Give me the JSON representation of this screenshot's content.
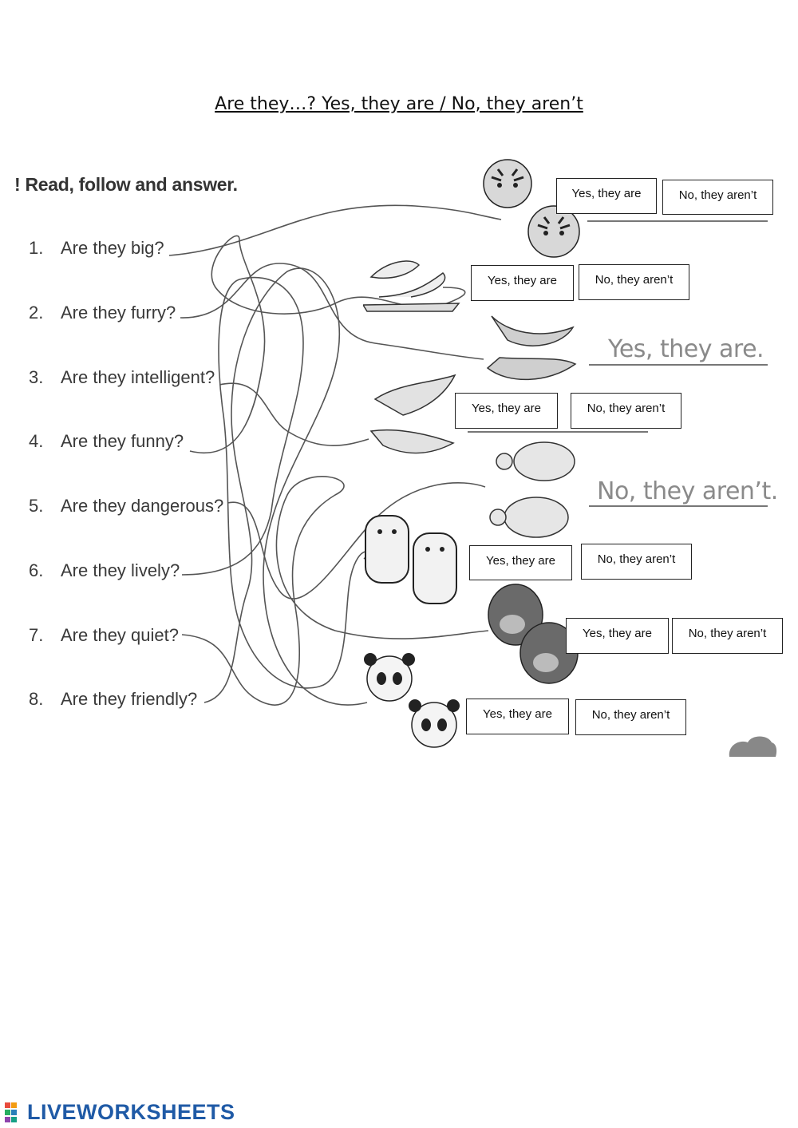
{
  "title": "Are they…?  Yes, they are / No, they aren’t",
  "instruction": "! Read, follow and answer.",
  "questions": [
    {
      "num": "1.",
      "text": "Are they big?"
    },
    {
      "num": "2.",
      "text": "Are they furry?"
    },
    {
      "num": "3.",
      "text": "Are they intelligent?"
    },
    {
      "num": "4.",
      "text": "Are they funny?"
    },
    {
      "num": "5.",
      "text": "Are they dangerous?"
    },
    {
      "num": "6.",
      "text": "Are they lively?"
    },
    {
      "num": "7.",
      "text": "Are they quiet?"
    },
    {
      "num": "8.",
      "text": "Are they friendly?"
    }
  ],
  "answers": {
    "yes_label": "Yes, they are",
    "no_label": "No, they aren’t"
  },
  "examples": {
    "whales": "Yes, they are.",
    "turtles": "No, they aren’t."
  },
  "animals": [
    "tiger-icon",
    "seal-icon",
    "whale-icon",
    "dolphin-icon",
    "turtle-icon",
    "hippo-icon",
    "gorilla-icon",
    "panda-icon"
  ],
  "footer": {
    "logo_text": "LIVEWORKSHEETS"
  }
}
